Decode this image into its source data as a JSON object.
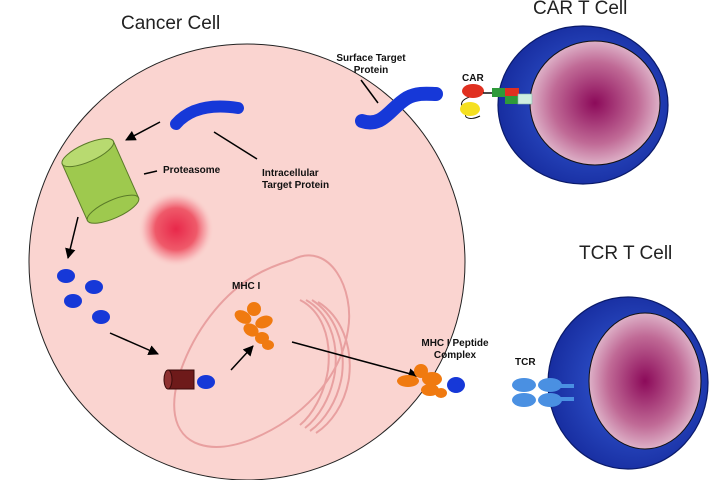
{
  "titles": {
    "cancer_cell": "Cancer Cell",
    "car_t_cell": "CAR T Cell",
    "tcr_t_cell": "TCR T Cell"
  },
  "labels": {
    "surface_target_line1": "Surface Target",
    "surface_target_line2": "Protein",
    "car": "CAR",
    "proteasome": "Proteasome",
    "intracellular_line1": "Intracellular",
    "intracellular_line2": "Target Protein",
    "mhc_i": "MHC I",
    "mhc_complex_line1": "MHC I Peptide",
    "mhc_complex_line2": "Complex",
    "tcr": "TCR"
  },
  "colors": {
    "cancer_cell_fill": "#fad4d0",
    "protein_blue": "#1638d8",
    "proteasome_green": "#9ec94e",
    "mhc_orange": "#f07a10",
    "t_cell_blue": "#1c3bb0",
    "nucleus_magenta": "#8c0a5a",
    "er_outline": "#e8a0a0",
    "car_red": "#e03020",
    "car_yellow": "#f5e020",
    "car_green": "#2e9a3a",
    "tcr_blue": "#4a90e2",
    "peptide_brown": "#6e1a1a"
  }
}
